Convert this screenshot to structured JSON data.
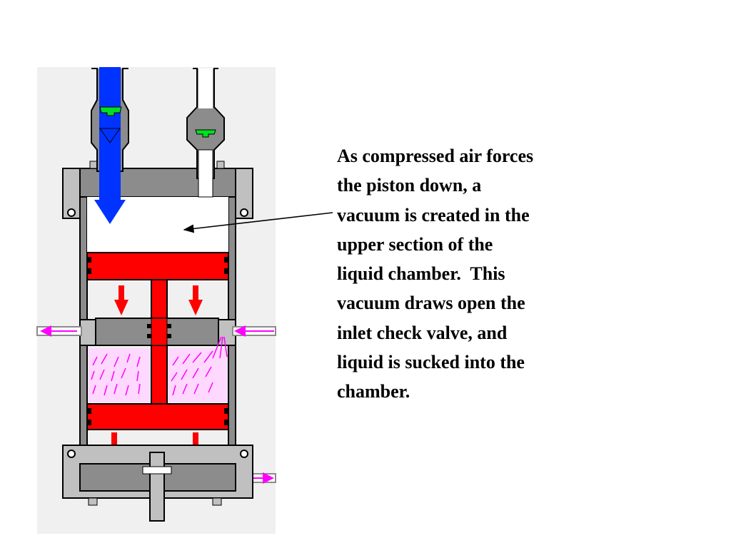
{
  "slide": {
    "caption_lines": [
      "As compressed air forces",
      "the piston down, a",
      "vacuum is created in the",
      "upper section of the",
      "liquid chamber.  This",
      "vacuum draws open the",
      "inlet check valve, and",
      "liquid is sucked into the",
      "chamber."
    ]
  },
  "colors": {
    "housing_gray": "#8c8c8c",
    "panel_gray": "#c0c0c0",
    "piston_red": "#ff0000",
    "air_blue": "#0033ff",
    "valve_green": "#00e020",
    "liquid_pink": "#ff00ff",
    "liquid_fill": "#ffd8ff"
  },
  "icons": {
    "down_arrow": "red-down-arrow-icon",
    "air_flow": "blue-air-flow-arrow",
    "liquid_flow": "magenta-flow-arrow"
  }
}
